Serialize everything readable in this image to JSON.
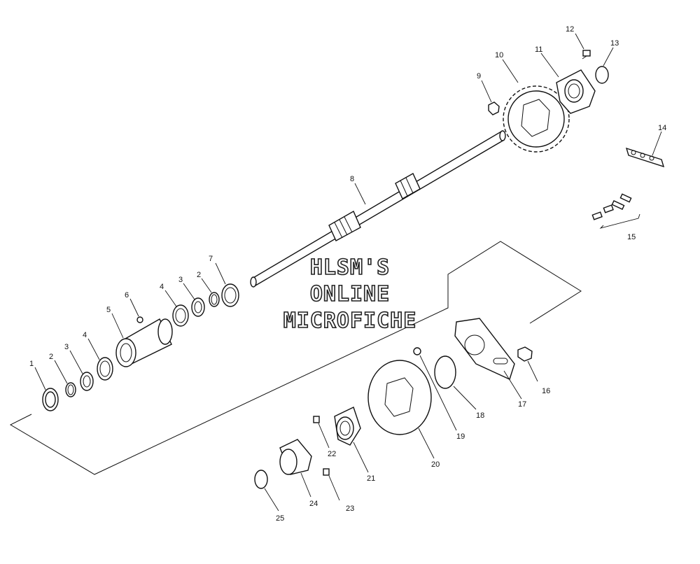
{
  "watermark": {
    "line1": "HLSM'S",
    "line2": "ONLINE",
    "line3": "MICROFICHE"
  },
  "callouts": [
    {
      "id": "c1",
      "text": "1"
    },
    {
      "id": "c2a",
      "text": "2"
    },
    {
      "id": "c3a",
      "text": "3"
    },
    {
      "id": "c4a",
      "text": "4"
    },
    {
      "id": "c5",
      "text": "5"
    },
    {
      "id": "c6",
      "text": "6"
    },
    {
      "id": "c4b",
      "text": "4"
    },
    {
      "id": "c3b",
      "text": "3"
    },
    {
      "id": "c2b",
      "text": "2"
    },
    {
      "id": "c7",
      "text": "7"
    },
    {
      "id": "c8",
      "text": "8"
    },
    {
      "id": "c9",
      "text": "9"
    },
    {
      "id": "c10",
      "text": "10"
    },
    {
      "id": "c11",
      "text": "11"
    },
    {
      "id": "c12",
      "text": "12"
    },
    {
      "id": "c13",
      "text": "13"
    },
    {
      "id": "c14",
      "text": "14"
    },
    {
      "id": "c15",
      "text": "15"
    },
    {
      "id": "c16",
      "text": "16"
    },
    {
      "id": "c17",
      "text": "17"
    },
    {
      "id": "c18",
      "text": "18"
    },
    {
      "id": "c19",
      "text": "19"
    },
    {
      "id": "c20",
      "text": "20"
    },
    {
      "id": "c21",
      "text": "21"
    },
    {
      "id": "c22",
      "text": "22"
    },
    {
      "id": "c23",
      "text": "23"
    },
    {
      "id": "c24",
      "text": "24"
    },
    {
      "id": "c25",
      "text": "25"
    }
  ]
}
